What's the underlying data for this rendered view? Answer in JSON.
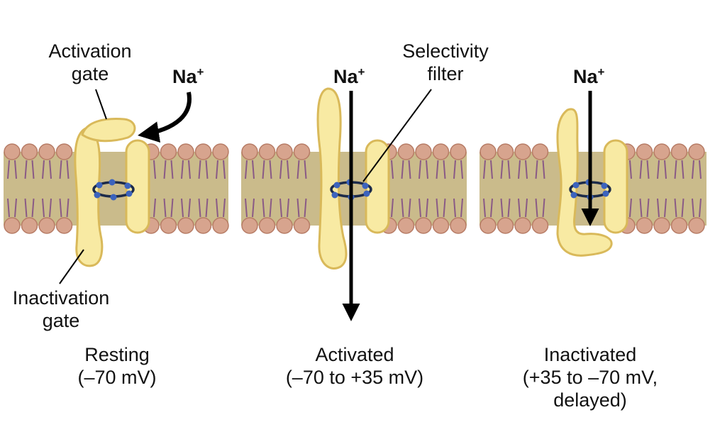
{
  "colors": {
    "membrane_core": "#cabb8b",
    "lipid_head": "#d7a48e",
    "lipid_head_stroke": "#b77c66",
    "lipid_tail": "#8a5a86",
    "channel_fill": "#f8eaa3",
    "channel_stroke": "#d9b95a",
    "filter_ring": "#1d2b4a",
    "filter_dot": "#3c63bd",
    "arrow": "#000000"
  },
  "labels": {
    "activation_gate_line1": "Activation",
    "activation_gate_line2": "gate",
    "inactivation_gate_line1": "Inactivation",
    "inactivation_gate_line2": "gate",
    "selectivity_filter_line1": "Selectivity",
    "selectivity_filter_line2": "filter",
    "ion": "Na",
    "ion_charge": "+"
  },
  "states": [
    {
      "name_line": "Resting",
      "voltage_line": "(–70 mV)"
    },
    {
      "name_line": "Activated",
      "voltage_line": "(–70 to +35 mV)"
    },
    {
      "name_line": "Inactivated",
      "voltage_line": "(+35 to –70 mV,",
      "extra_line": "delayed)"
    }
  ]
}
